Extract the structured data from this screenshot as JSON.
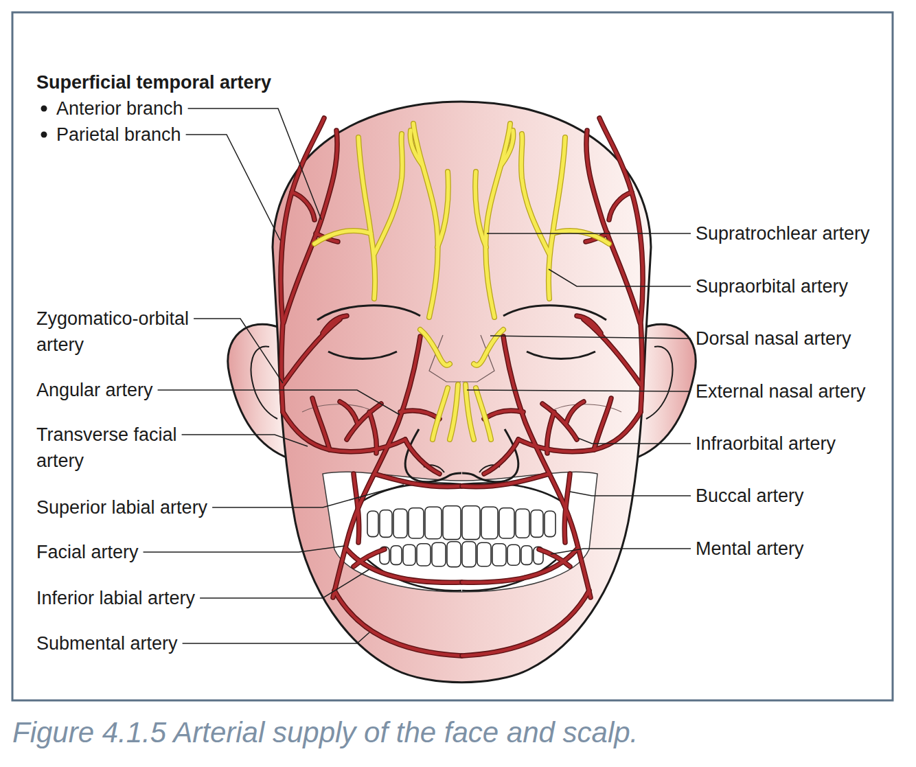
{
  "diagram": {
    "caption": "Figure 4.1.5 Arterial supply of the face and scalp.",
    "labels": [
      "Superficial temporal artery",
      "Anterior branch",
      "Parietal branch",
      "Zygomatico-orbital artery",
      "Angular artery",
      "Transverse facial artery",
      "Superior labial artery",
      "Facial artery",
      "Inferior labial artery",
      "Submental artery",
      "Supratrochlear artery",
      "Supraorbital artery",
      "Dorsal nasal artery",
      "External nasal artery",
      "Infraorbital artery",
      "Buccal artery",
      "Mental artery"
    ]
  }
}
